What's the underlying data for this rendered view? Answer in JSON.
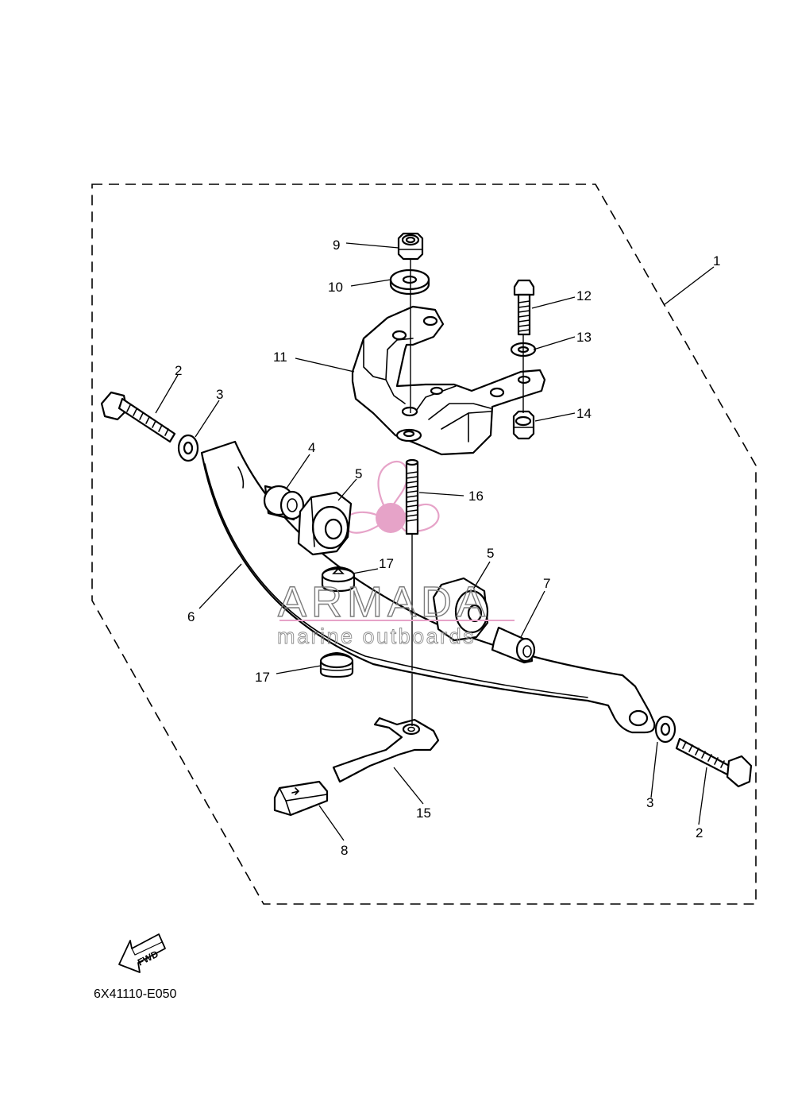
{
  "diagram_code": "6X41110-E050",
  "fwd_label": "FWD",
  "watermark": {
    "brand": "ARMADA",
    "tagline": "marine outboards",
    "accent_color": "#e6a3c8"
  },
  "callouts": {
    "c1": "1",
    "c2a": "2",
    "c2b": "2",
    "c3a": "3",
    "c3b": "3",
    "c4": "4",
    "c5a": "5",
    "c5b": "5",
    "c6": "6",
    "c7": "7",
    "c8": "8",
    "c9": "9",
    "c10": "10",
    "c11": "11",
    "c12": "12",
    "c13": "13",
    "c14": "14",
    "c15": "15",
    "c16": "16",
    "c17a": "17",
    "c17b": "17"
  }
}
